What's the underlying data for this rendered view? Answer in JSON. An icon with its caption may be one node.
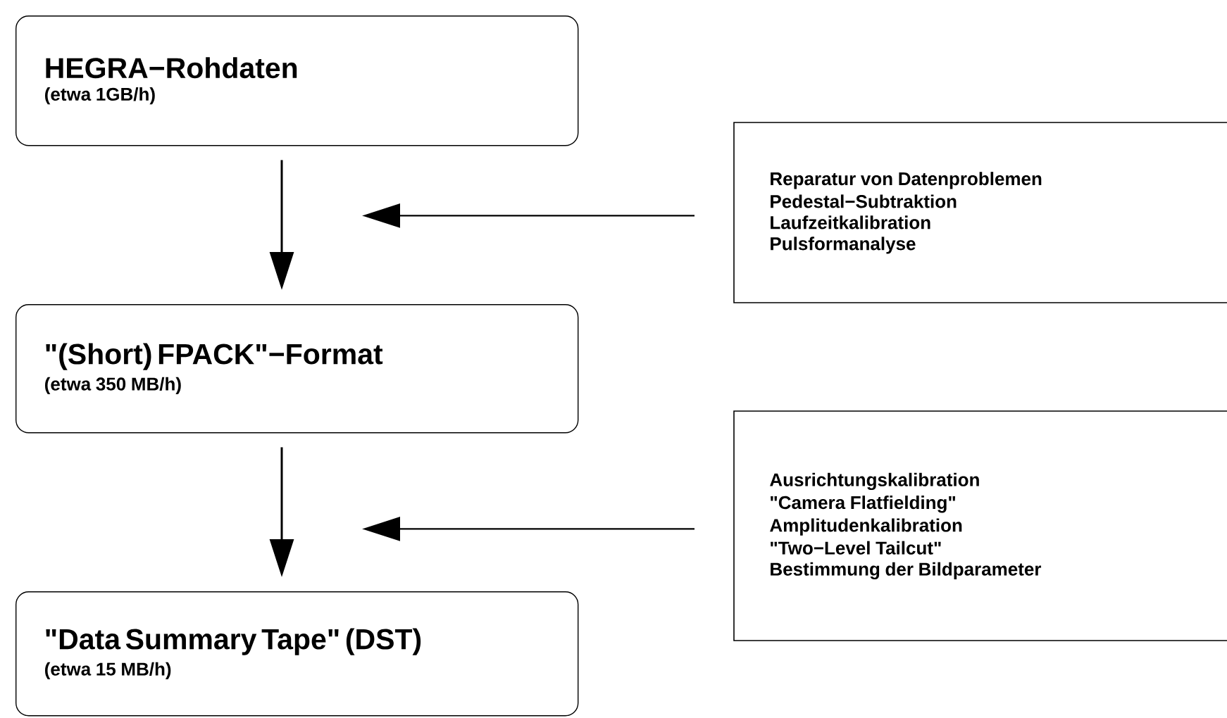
{
  "diagram": {
    "nodes": [
      {
        "text": [
          "HEGRA−Rohdaten",
          "(etwa 1GB/h)"
        ]
      },
      {
        "text": [
          "\"(Short) FPACK\"−Format",
          "(etwa 350 MB/h)"
        ]
      },
      {
        "text": [
          "\"Data Summary Tape\" (DST)",
          "(etwa 15 MB/h)"
        ]
      },
      {
        "text": [
          "Reparatur von Datenproblemen",
          "Pedestal−Subtraktion",
          "Laufzeitkalibration",
          "Pulsformanalyse"
        ]
      },
      {
        "text": [
          "Ausrichtungskalibration",
          "\"Camera Flatfielding\"",
          "Amplitudenkalibration",
          "\"Two−Level Tailcut\"",
          "Bestimmung der Bildparameter"
        ]
      }
    ],
    "edges": [
      {
        "from": 0,
        "to": 1,
        "arrow": "to"
      },
      {
        "from": 1,
        "to": 2,
        "arrow": "to"
      },
      {
        "from": 3,
        "to": null,
        "arrow": "to"
      },
      {
        "from": 4,
        "to": null,
        "arrow": "to"
      }
    ]
  }
}
